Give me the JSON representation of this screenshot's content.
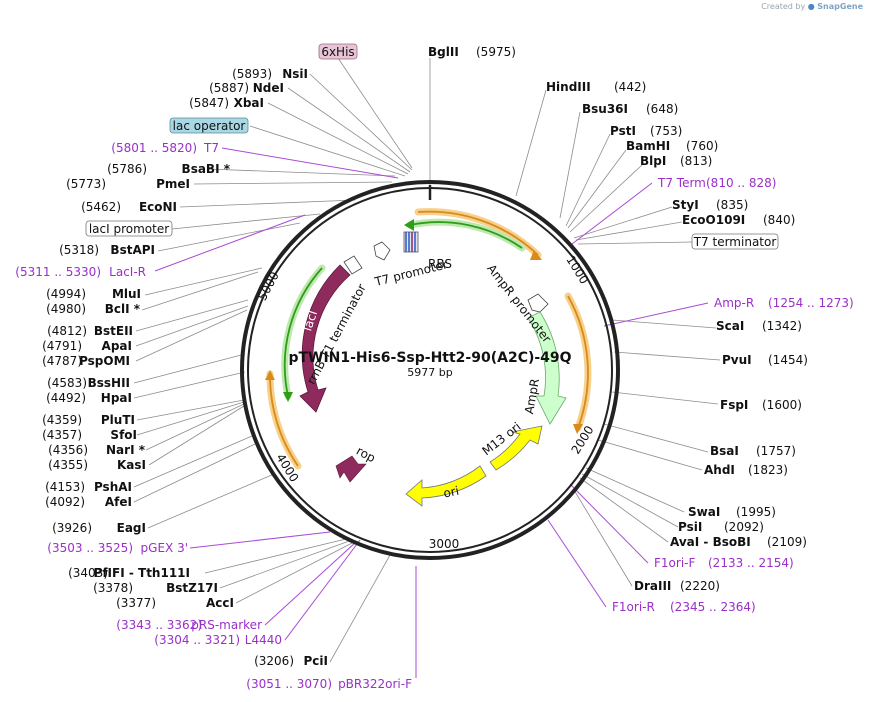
{
  "watermark": {
    "prefix": "Created by",
    "brand": "SnapGene"
  },
  "map": {
    "title": "pTWIN1-His6-Ssp-Htt2-90(A2C)-49Q",
    "subtitle": "5977 bp",
    "ticks": [
      "1000",
      "2000",
      "3000",
      "4000",
      "5000"
    ]
  },
  "colors": {
    "ori": "#ffff00",
    "lacI": "#8e2a5c",
    "ampR": "#ccffcc",
    "orf": "#f2a02e",
    "green_orf": "#2e9e18",
    "primer": "#9a2fc9",
    "backbone": "#222222"
  },
  "features": [
    {
      "name": "RBS"
    },
    {
      "name": "T7 promoter"
    },
    {
      "name": "rrnB T1 terminator"
    },
    {
      "name": "lacI"
    },
    {
      "name": "AmpR promoter"
    },
    {
      "name": "AmpR"
    },
    {
      "name": "M13 ori"
    },
    {
      "name": "ori"
    },
    {
      "name": "rop"
    }
  ],
  "boxed_features": [
    {
      "name": "6xHis",
      "style": "pink"
    },
    {
      "name": "lac operator",
      "style": "blue"
    },
    {
      "name": "lacI promoter",
      "style": "white"
    },
    {
      "name": "T7 terminator",
      "style": "white"
    }
  ],
  "sites_right": [
    {
      "name": "BglII",
      "pos": "(5975)"
    },
    {
      "name": "HindIII",
      "pos": "(442)"
    },
    {
      "name": "Bsu36I",
      "pos": "(648)"
    },
    {
      "name": "PstI",
      "pos": "(753)"
    },
    {
      "name": "BamHI",
      "pos": "(760)"
    },
    {
      "name": "BlpI",
      "pos": "(813)"
    },
    {
      "name": "StyI",
      "pos": "(835)"
    },
    {
      "name": "EcoO109I",
      "pos": "(840)"
    },
    {
      "name": "ScaI",
      "pos": "(1342)"
    },
    {
      "name": "PvuI",
      "pos": "(1454)"
    },
    {
      "name": "FspI",
      "pos": "(1600)"
    },
    {
      "name": "BsaI",
      "pos": "(1757)"
    },
    {
      "name": "AhdI",
      "pos": "(1823)"
    },
    {
      "name": "SwaI",
      "pos": "(1995)"
    },
    {
      "name": "PsiI",
      "pos": "(2092)"
    },
    {
      "name": "AvaI - BsoBI",
      "pos": "(2109)"
    },
    {
      "name": "DraIII",
      "pos": "(2220)"
    }
  ],
  "sites_left": [
    {
      "name": "NsiI",
      "pos": "(5893)"
    },
    {
      "name": "NdeI",
      "pos": "(5887)"
    },
    {
      "name": "XbaI",
      "pos": "(5847)"
    },
    {
      "name": "BsaBI *",
      "pos": "(5786)"
    },
    {
      "name": "PmeI",
      "pos": "(5773)"
    },
    {
      "name": "EcoNI",
      "pos": "(5462)"
    },
    {
      "name": "BstAPI",
      "pos": "(5318)"
    },
    {
      "name": "MluI",
      "pos": "(4994)"
    },
    {
      "name": "BclI *",
      "pos": "(4980)"
    },
    {
      "name": "BstEII",
      "pos": "(4812)"
    },
    {
      "name": "ApaI",
      "pos": "(4791)"
    },
    {
      "name": "PspOMI",
      "pos": "(4787)"
    },
    {
      "name": "BssHII",
      "pos": "(4583)"
    },
    {
      "name": "HpaI",
      "pos": "(4492)"
    },
    {
      "name": "PluTI",
      "pos": "(4359)"
    },
    {
      "name": "SfoI",
      "pos": "(4357)"
    },
    {
      "name": "NarI *",
      "pos": "(4356)"
    },
    {
      "name": "KasI",
      "pos": "(4355)"
    },
    {
      "name": "PshAI",
      "pos": "(4153)"
    },
    {
      "name": "AfeI",
      "pos": "(4092)"
    },
    {
      "name": "EagI",
      "pos": "(3926)"
    },
    {
      "name": "PfIFI - Tth111I",
      "pos": "(3403)"
    },
    {
      "name": "BstZ17I",
      "pos": "(3378)"
    },
    {
      "name": "AccI",
      "pos": "(3377)"
    },
    {
      "name": "PciI",
      "pos": "(3206)"
    }
  ],
  "primers_right": [
    {
      "name": "T7 Term",
      "pos": "(810 .. 828)"
    },
    {
      "name": "Amp-R",
      "pos": "(1254 .. 1273)"
    },
    {
      "name": "F1ori-F",
      "pos": "(2133 .. 2154)"
    },
    {
      "name": "F1ori-R",
      "pos": "(2345 .. 2364)"
    }
  ],
  "primers_left": [
    {
      "name": "T7",
      "pos": "(5801 .. 5820)"
    },
    {
      "name": "LacI-R",
      "pos": "(5311 .. 5330)"
    },
    {
      "name": "pGEX 3'",
      "pos": "(3503 .. 3525)"
    },
    {
      "name": "pRS-marker",
      "pos": "(3343 .. 3362)"
    },
    {
      "name": "L4440",
      "pos": "(3304 .. 3321)"
    },
    {
      "name": "pBR322ori-F",
      "pos": "(3051 .. 3070)"
    }
  ]
}
